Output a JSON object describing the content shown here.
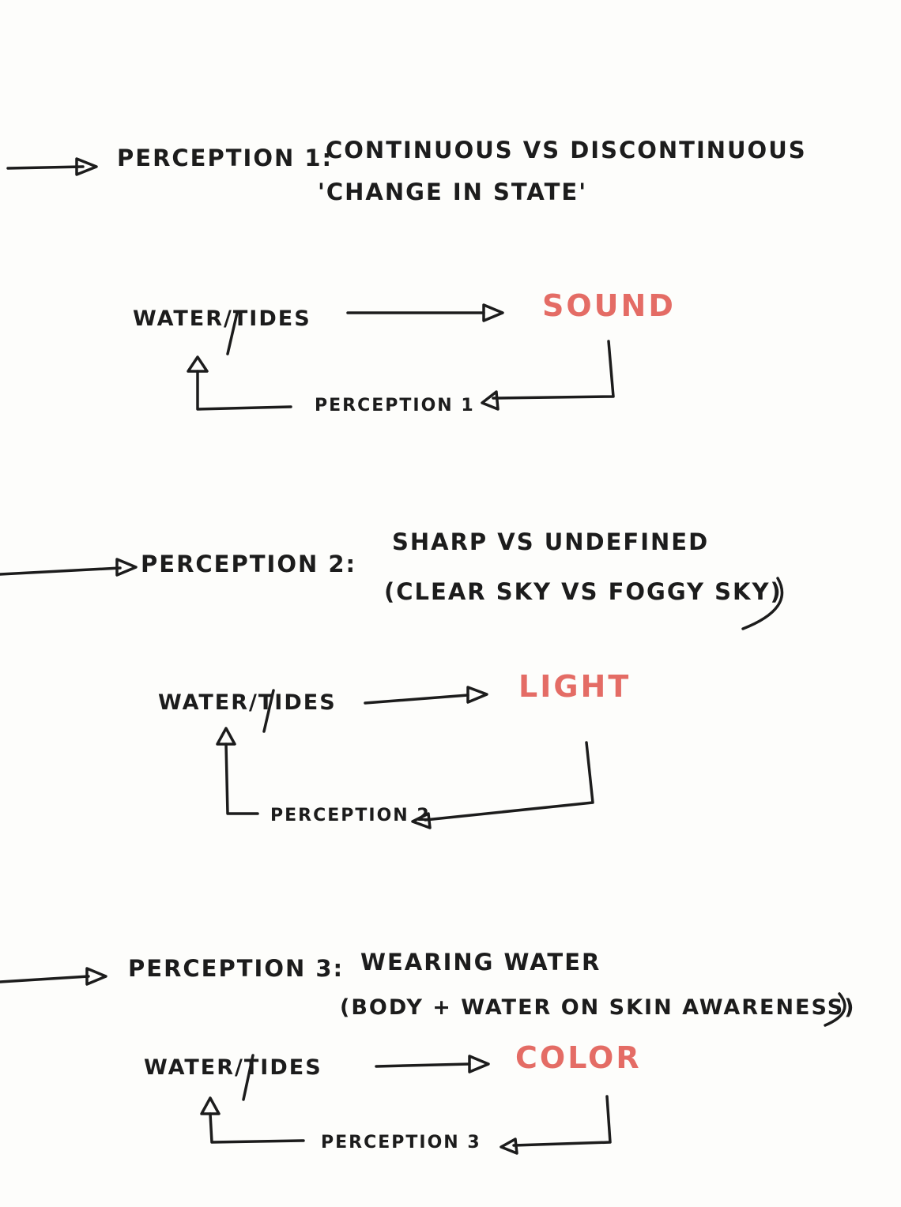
{
  "colors": {
    "ink": "#1c1c1c",
    "highlight": "#e0534c",
    "paper": "#fdfdfb"
  },
  "headings": [
    {
      "label": "PERCEPTION 1:",
      "line1": "CONTINUOUS VS DISCONTINUOUS",
      "line2": "'CHANGE IN STATE'"
    },
    {
      "label": "PERCEPTION 2:",
      "line1": "SHARP VS UNDEFINED",
      "line2": "(CLEAR SKY VS FOGGY SKY)"
    },
    {
      "label": "PERCEPTION 3:",
      "line1": "WEARING WATER",
      "line2": "(BODY + WATER ON SKIN AWARENESS)"
    }
  ],
  "loops": [
    {
      "source": "WATER/TIDES",
      "target": "SOUND",
      "feedback": "PERCEPTION 1"
    },
    {
      "source": "WATER/TIDES",
      "target": "LIGHT",
      "feedback": "PERCEPTION 2"
    },
    {
      "source": "WATER/TIDES",
      "target": "COLOR",
      "feedback": "PERCEPTION 3"
    }
  ]
}
